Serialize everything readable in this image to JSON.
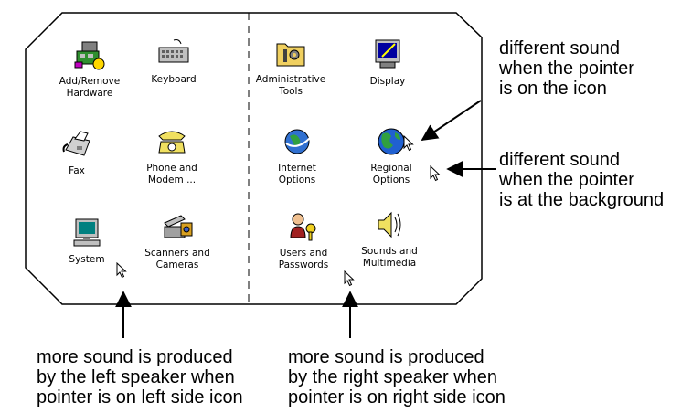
{
  "left_panel": {
    "icons": [
      {
        "name": "add-remove-hardware",
        "label": "Add/Remove\nHardware",
        "icon": "hardware-icon"
      },
      {
        "name": "keyboard",
        "label": "Keyboard",
        "icon": "keyboard-icon"
      },
      {
        "name": "fax",
        "label": "Fax",
        "icon": "fax-icon"
      },
      {
        "name": "phone-and-modem",
        "label": "Phone and\nModem ...",
        "icon": "phone-icon"
      },
      {
        "name": "system",
        "label": "System",
        "icon": "computer-icon"
      },
      {
        "name": "scanners-and-cameras",
        "label": "Scanners and\nCameras",
        "icon": "scanner-icon"
      }
    ]
  },
  "right_panel": {
    "icons": [
      {
        "name": "administrative-tools",
        "label": "Administrative\nTools",
        "icon": "folder-tools-icon"
      },
      {
        "name": "display",
        "label": "Display",
        "icon": "monitor-icon"
      },
      {
        "name": "internet-options",
        "label": "Internet\nOptions",
        "icon": "globe-icon"
      },
      {
        "name": "regional-options",
        "label": "Regional\nOptions",
        "icon": "earth-icon"
      },
      {
        "name": "users-and-passwords",
        "label": "Users and\nPasswords",
        "icon": "users-key-icon"
      },
      {
        "name": "sounds-and-multimedia",
        "label": "Sounds and\nMultimedia",
        "icon": "speaker-icon"
      }
    ]
  },
  "annotations": {
    "icon_sound": "different sound\nwhen the pointer\nis on the icon",
    "background_sound": "different sound\nwhen the pointer\nis at the background",
    "left_speaker": "more sound is produced\nby the left speaker when\npointer is on left side icon",
    "right_speaker": "more sound is produced\nby the right speaker when\npointer is on right side icon"
  }
}
